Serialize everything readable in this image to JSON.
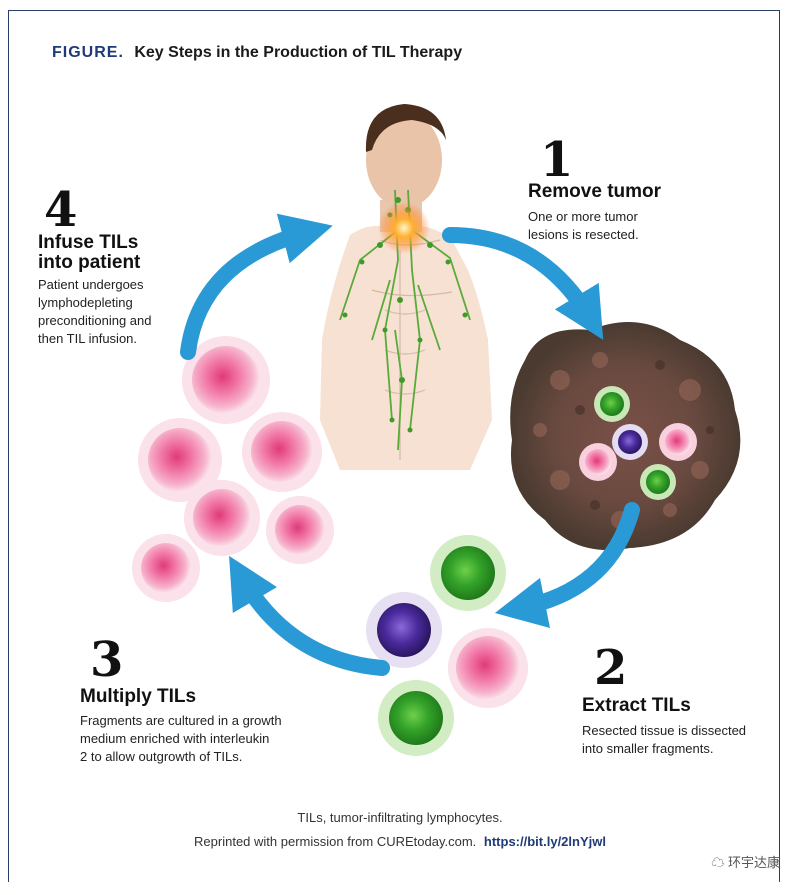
{
  "figure": {
    "label": "FIGURE.",
    "title": "Key Steps in the Production of TIL Therapy"
  },
  "steps": [
    {
      "number": "1",
      "title": "Remove tumor",
      "desc_lines": [
        "One or more tumor",
        "lesions is resected."
      ]
    },
    {
      "number": "2",
      "title": "Extract TILs",
      "desc_lines": [
        "Resected tissue is dissected",
        "into smaller fragments."
      ]
    },
    {
      "number": "3",
      "title": "Multiply TILs",
      "desc_lines": [
        "Fragments are cultured in a growth",
        "medium enriched with interleukin",
        "2 to allow outgrowth of TILs."
      ]
    },
    {
      "number": "4",
      "title_lines": [
        "Infuse TILs",
        "into patient"
      ],
      "desc_lines": [
        "Patient undergoes",
        "lymphodepleting",
        "preconditioning and",
        "then TIL infusion."
      ]
    }
  ],
  "footer": {
    "abbrev": "TILs, tumor-infiltrating lymphocytes.",
    "credit": "Reprinted with permission from CUREtoday.com.",
    "link": "https://bit.ly/2lnYjwl",
    "watermark": "环宇达康"
  },
  "colors": {
    "arrow": "#2a9ad6",
    "frame": "#2a3f66",
    "title_label": "#1f3a78",
    "cell_pink": "#e8508c",
    "cell_green": "#3aa83a",
    "cell_purple": "#4a2a8c"
  }
}
